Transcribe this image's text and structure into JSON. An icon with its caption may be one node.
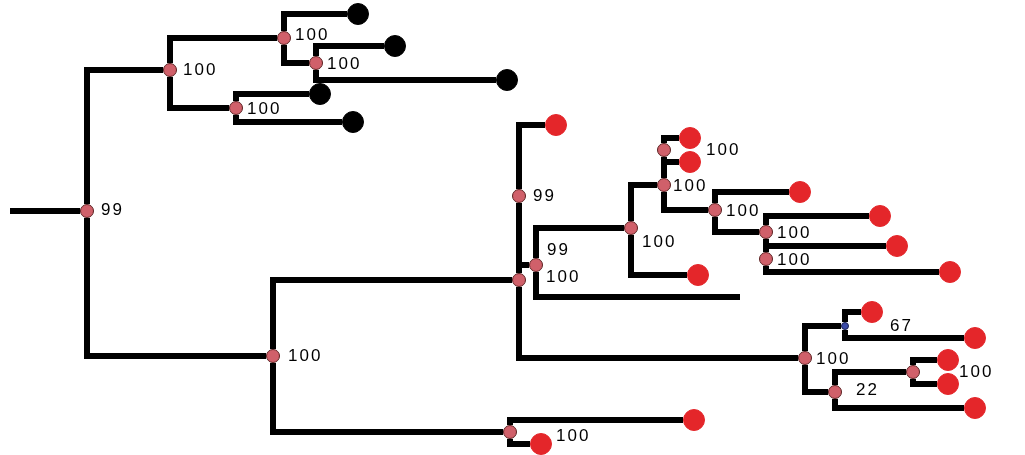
{
  "diagram": {
    "nodes": [
      {
        "text": [],
        "shape": "circle",
        "beside": [
          "99"
        ]
      },
      {
        "text": [],
        "shape": "circle",
        "beside": [
          "100"
        ]
      },
      {
        "text": [],
        "shape": "circle",
        "beside": [
          "100"
        ]
      },
      {
        "text": [],
        "shape": "circle"
      },
      {
        "text": [],
        "shape": "circle",
        "beside": [
          "100"
        ]
      },
      {
        "text": [],
        "shape": "circle"
      },
      {
        "text": [],
        "shape": "circle"
      },
      {
        "text": [],
        "shape": "circle",
        "beside": [
          "100"
        ]
      },
      {
        "text": [],
        "shape": "circle"
      },
      {
        "text": [],
        "shape": "circle"
      },
      {
        "text": [],
        "shape": "circle",
        "beside": [
          "100"
        ]
      },
      {
        "text": [],
        "shape": "circle"
      },
      {
        "text": [],
        "shape": "circle",
        "beside": [
          "99"
        ]
      },
      {
        "text": [],
        "shape": "circle"
      },
      {
        "text": [],
        "shape": "circle",
        "beside": [
          "99"
        ]
      },
      {
        "text": [],
        "shape": "circle",
        "beside": [
          "100"
        ]
      },
      {
        "text": [],
        "shape": "circle",
        "beside": [
          "100"
        ]
      },
      {
        "text": [],
        "shape": "circle"
      },
      {
        "text": [],
        "shape": "circle"
      },
      {
        "text": [],
        "shape": "circle"
      },
      {
        "text": [],
        "shape": "circle",
        "beside": [
          "100"
        ]
      },
      {
        "text": [],
        "shape": "circle"
      },
      {
        "text": [],
        "shape": "circle",
        "beside": [
          "100"
        ]
      },
      {
        "text": [],
        "shape": "circle"
      },
      {
        "text": [],
        "shape": "circle",
        "beside": [
          "100"
        ]
      },
      {
        "text": [],
        "shape": "circle"
      },
      {
        "text": [],
        "shape": "circle"
      },
      {
        "text": [],
        "shape": "circle"
      },
      {
        "text": [],
        "shape": "circle",
        "beside": [
          "100"
        ]
      },
      {
        "text": [],
        "shape": "circle"
      },
      {
        "text": [],
        "shape": "circle"
      },
      {
        "text": [],
        "shape": "circle"
      },
      {
        "text": [],
        "shape": "circle",
        "beside": [
          "22"
        ]
      },
      {
        "text": [],
        "shape": "circle"
      },
      {
        "text": [],
        "shape": "circle"
      },
      {
        "text": [],
        "shape": "circle"
      },
      {
        "text": [],
        "shape": "circle"
      },
      {
        "text": [],
        "shape": "circle"
      },
      {
        "text": [],
        "shape": "circle"
      },
      {
        "text": [],
        "shape": "circle"
      }
    ],
    "edges": [
      {
        "from": null,
        "to": 0,
        "arrow": "none"
      },
      {
        "from": 0,
        "to": 1,
        "arrow": "none"
      },
      {
        "from": 1,
        "to": 2,
        "arrow": "none"
      },
      {
        "from": 2,
        "to": 3,
        "arrow": "none"
      },
      {
        "from": 2,
        "to": 4,
        "arrow": "none"
      },
      {
        "from": 4,
        "to": 5,
        "arrow": "none"
      },
      {
        "from": 4,
        "to": 6,
        "arrow": "none"
      },
      {
        "from": 1,
        "to": 7,
        "arrow": "none"
      },
      {
        "from": 7,
        "to": 8,
        "arrow": "none"
      },
      {
        "from": 7,
        "to": 9,
        "arrow": "none"
      },
      {
        "from": 0,
        "to": 10,
        "arrow": "none"
      },
      {
        "from": 10,
        "to": 11,
        "arrow": "none"
      },
      {
        "from": 11,
        "to": 12,
        "arrow": "none"
      },
      {
        "from": 12,
        "to": 13,
        "arrow": "none"
      },
      {
        "from": 11,
        "to": 14,
        "arrow": "none"
      },
      {
        "from": 14,
        "to": 15,
        "arrow": "none"
      },
      {
        "from": 14,
        "to": null,
        "arrow": "none"
      },
      {
        "from": 15,
        "to": 16,
        "arrow": "none"
      },
      {
        "from": 16,
        "to": 17,
        "arrow": "none"
      },
      {
        "from": 17,
        "to": 18,
        "arrow": "none"
      },
      {
        "from": 17,
        "to": 19,
        "arrow": "none"
      },
      {
        "from": 16,
        "to": 20,
        "arrow": "none"
      },
      {
        "from": 20,
        "to": 21,
        "arrow": "none"
      },
      {
        "from": 20,
        "to": 22,
        "arrow": "none"
      },
      {
        "from": 22,
        "to": 23,
        "arrow": "none"
      },
      {
        "from": 22,
        "to": 24,
        "arrow": "none"
      },
      {
        "from": 24,
        "to": 25,
        "arrow": "none"
      },
      {
        "from": 24,
        "to": 26,
        "arrow": "none"
      },
      {
        "from": 15,
        "to": 27,
        "arrow": "none"
      },
      {
        "from": 11,
        "to": 28,
        "arrow": "none"
      },
      {
        "from": 28,
        "to": 29,
        "arrow": "none"
      },
      {
        "from": 29,
        "to": 30,
        "arrow": "none"
      },
      {
        "from": 29,
        "to": 31,
        "arrow": "none"
      },
      {
        "from": 28,
        "to": 32,
        "arrow": "none"
      },
      {
        "from": 32,
        "to": 33,
        "arrow": "none"
      },
      {
        "from": 33,
        "to": 34,
        "arrow": "none"
      },
      {
        "from": 33,
        "to": 35,
        "arrow": "none"
      },
      {
        "from": 32,
        "to": 36,
        "arrow": "none"
      },
      {
        "from": 10,
        "to": 37,
        "arrow": "none"
      },
      {
        "from": 37,
        "to": 38,
        "arrow": "none"
      },
      {
        "from": 37,
        "to": 39,
        "arrow": "none"
      }
    ],
    "labels": [
      "100",
      "100",
      "67",
      "100",
      "100"
    ]
  }
}
